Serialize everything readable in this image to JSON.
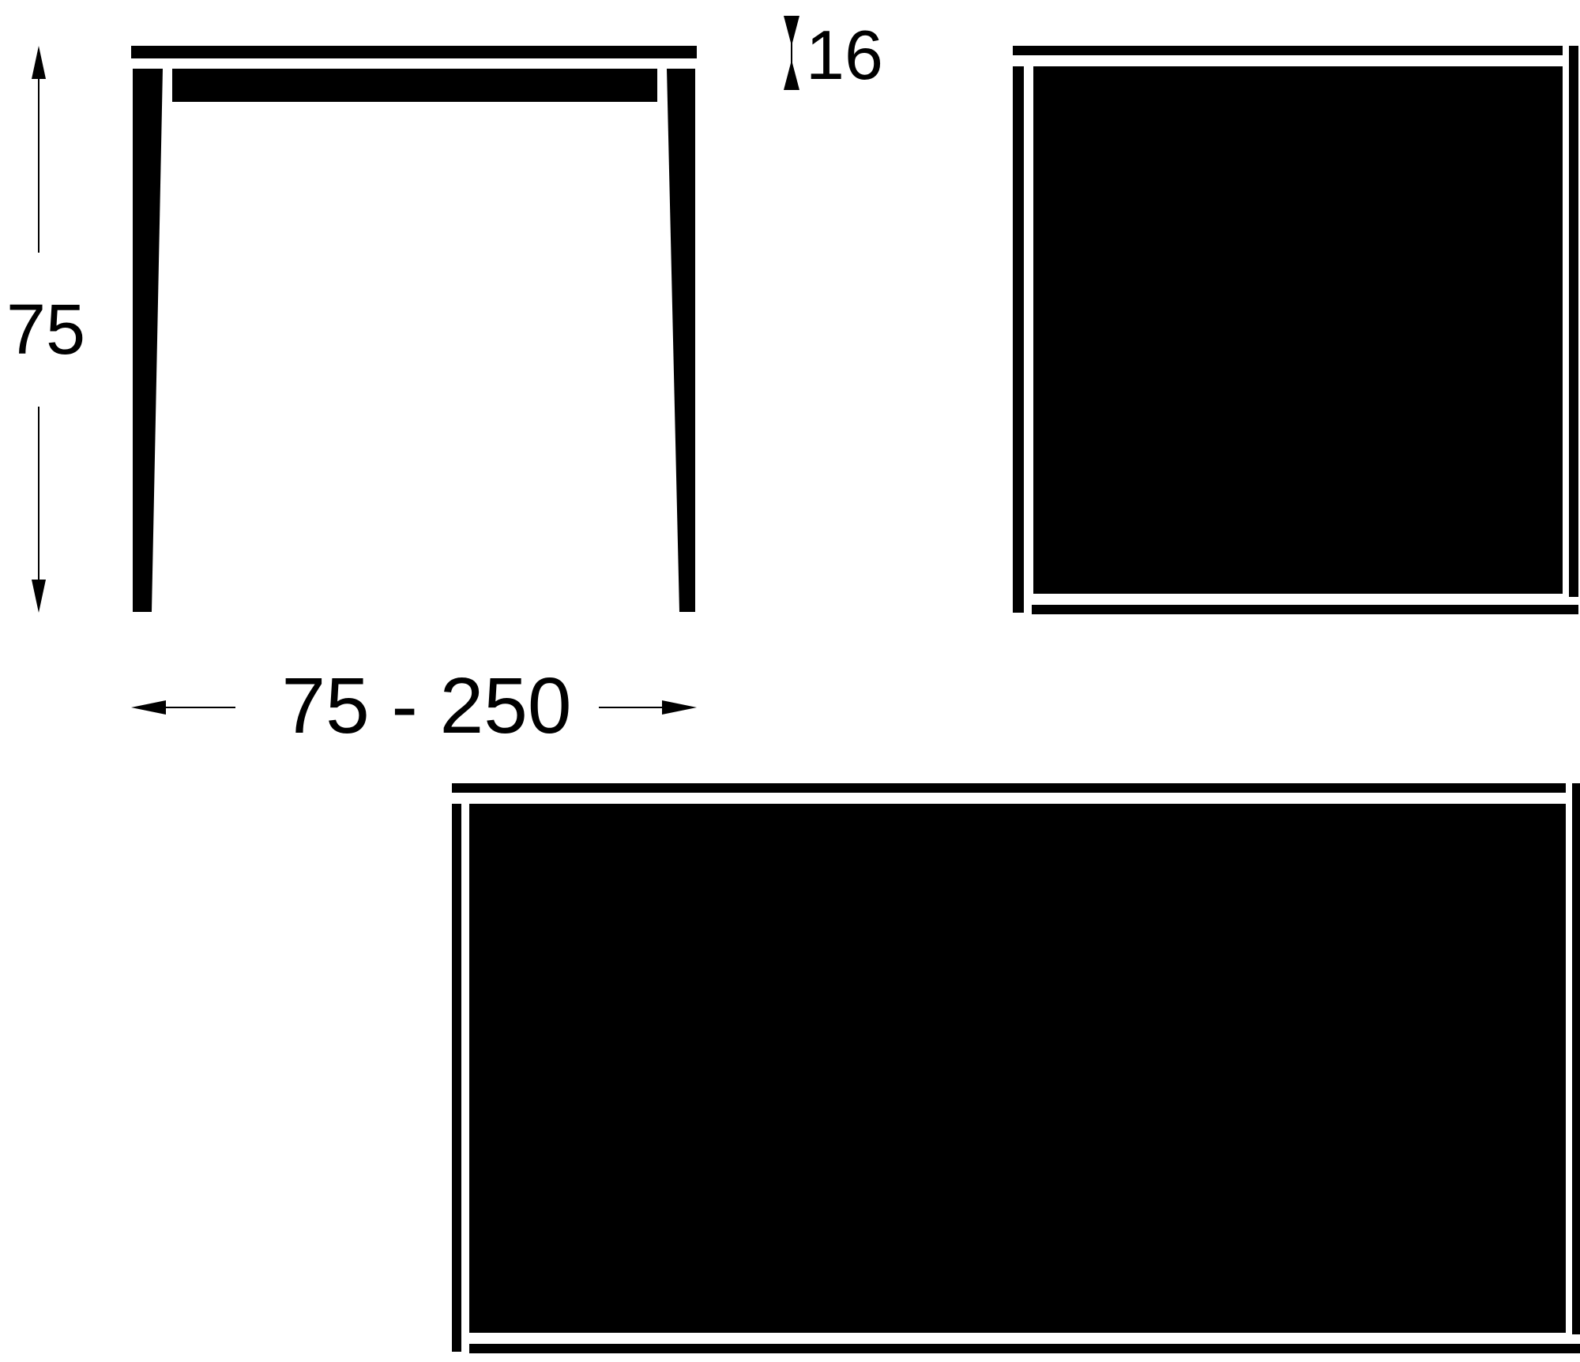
{
  "dimensions": {
    "height_label": "75",
    "top_thickness_label": "16",
    "width_label": "75 - 250"
  },
  "colors": {
    "ink": "#000000",
    "paper": "#ffffff"
  }
}
